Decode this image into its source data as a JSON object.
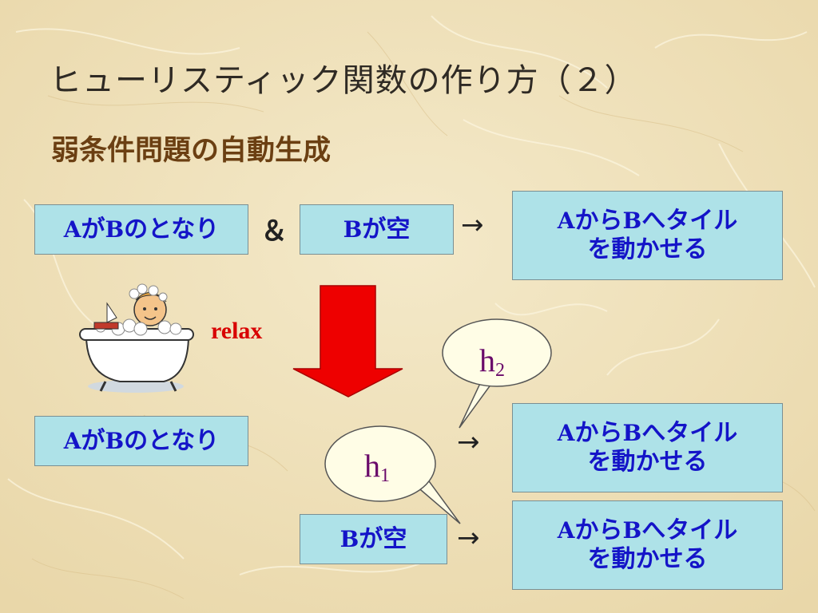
{
  "slide": {
    "title": "ヒューリスティック関数の作り方（２）",
    "subtitle": "弱条件問題の自動生成"
  },
  "top_row": {
    "cond1_latin1": "A",
    "cond1_mid": "が",
    "cond1_latin2": "B",
    "cond1_tail": "のとなり",
    "amp": "＆",
    "cond2_latin": "B",
    "cond2_tail": "が空",
    "arrow": "→",
    "action_line1_latin1": "A",
    "action_line1_mid": "から",
    "action_line1_latin2": "B",
    "action_line1_tail": "へタイル",
    "action_line2": "を動かせる"
  },
  "relax_label": "relax",
  "h2": {
    "base": "h",
    "sub": "2"
  },
  "h1": {
    "base": "h",
    "sub": "1"
  },
  "lower": {
    "cond1_latin1": "A",
    "cond1_mid": "が",
    "cond1_latin2": "B",
    "cond1_tail": "のとなり",
    "cond2_latin": "B",
    "cond2_tail": "が空",
    "arrow_a": "→",
    "arrow_b": "→",
    "action_a_line1_latin1": "A",
    "action_a_line1_mid": "から",
    "action_a_line1_latin2": "B",
    "action_a_line1_tail": "へタイル",
    "action_a_line2": "を動かせる",
    "action_b_line1_latin1": "A",
    "action_b_line1_mid": "から",
    "action_b_line1_latin2": "B",
    "action_b_line1_tail": "へタイル",
    "action_b_line2": "を動かせる"
  },
  "colors": {
    "background": "#efe2bd",
    "box_fill": "#aee2e8",
    "box_text": "#1414c8",
    "relax_arrow": "#ee0000",
    "relax_text": "#d80000",
    "h_label": "#6a0a6a",
    "subtitle": "#6b3f12"
  },
  "icons": [
    "bathtub-child-clipart",
    "down-arrow-icon"
  ]
}
